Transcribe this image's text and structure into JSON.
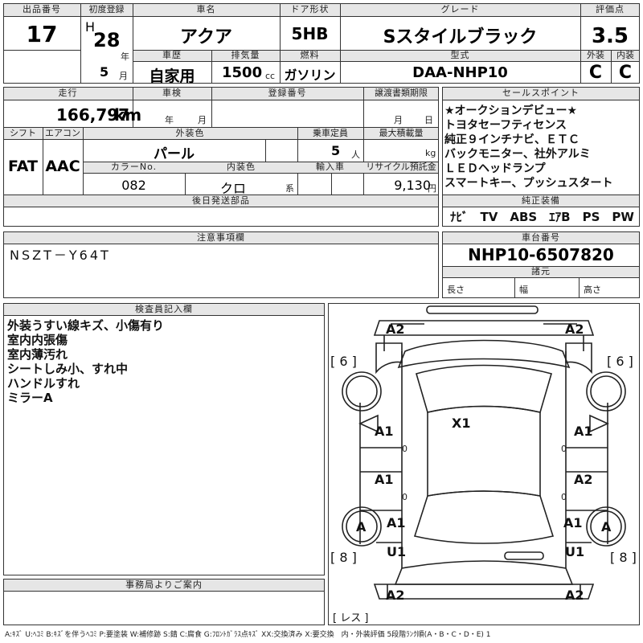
{
  "labels": {
    "lot_no": "出品番号",
    "first_reg": "初度登録",
    "car_name": "車名",
    "door": "ドア形状",
    "grade": "グレード",
    "score": "評価点",
    "history": "車歴",
    "displacement": "排気量",
    "fuel": "燃料",
    "model_code": "型式",
    "exterior": "外装",
    "interior": "内装",
    "mileage": "走行",
    "inspection": "車検",
    "reg_no": "登録番号",
    "transfer_deadline": "譲渡書類期限",
    "sales_point": "セールスポイント",
    "shift": "シフト",
    "aircon": "エアコン",
    "ext_color": "外装色",
    "seats": "乗車定員",
    "max_load": "最大積載量",
    "color_no": "カラーNo.",
    "int_color": "内装色",
    "import": "輸入車",
    "recycle": "リサイクル預託金",
    "later_parts": "後日発送部品",
    "genuine_equip": "純正装備",
    "notes": "注意事項欄",
    "chassis_no": "車台番号",
    "dimensions": "諸元",
    "length": "長さ",
    "width": "幅",
    "height": "高さ",
    "inspector": "検査員記入欄",
    "office": "事務局よりご案内"
  },
  "units": {
    "year": "年",
    "month": "月",
    "cc": "cc",
    "km": "km",
    "persons": "人",
    "kg": "kg",
    "yen": "円",
    "kei": "系",
    "insp_year": "年",
    "insp_month": "月",
    "deadline_month": "月",
    "deadline_day": "日"
  },
  "values": {
    "lot_no": "17",
    "era": "H",
    "year": "28",
    "month": "5",
    "car_name": "アクア",
    "door": "5HB",
    "grade": "Sスタイルブラック",
    "score": "3.5",
    "history": "自家用",
    "displacement": "1500",
    "fuel": "ガソリン",
    "model_code": "DAA-NHP10",
    "exterior": "C",
    "interior": "C",
    "mileage": "166,797",
    "shift": "FAT",
    "aircon": "AAC",
    "ext_color": "パール",
    "seats": "5",
    "color_no": "082",
    "int_color": "クロ",
    "recycle": "9,130",
    "notes": "NSZT－Y64T",
    "chassis_no": "NHP10-6507820"
  },
  "sales_points": [
    "★オークションデビュー★",
    "トヨタセーフティセンス",
    "純正９インチナビ、ＥＴＣ",
    "バックモニター、社外アルミ",
    "ＬＥＤヘッドランプ",
    "スマートキー、プッシュスタート"
  ],
  "genuine_equipment": "ﾅﾋﾞ　TV　ABS　ｴｱB　PS　PW",
  "inspector_notes": [
    "外装うすい線キズ、小傷有り",
    "室内内張傷",
    "室内薄汚れ",
    "シートしみ小、すれ中",
    "ハンドルすれ",
    "ミラーA"
  ],
  "diagram": {
    "codes": {
      "front_left": "A2",
      "front_right": "A2",
      "roof": "X1",
      "front_door_left": "A1",
      "front_door_right": "A1",
      "rear_door_left": "A1",
      "rear_door_right": "A2",
      "rear_fender_left": "A1",
      "rear_fender_right": "A1",
      "rear_wheel_left": "A",
      "rear_wheel_right": "A",
      "rocker_left": "U1",
      "rocker_right": "U1",
      "rear_left": "A2",
      "rear_right": "A2"
    },
    "tread": {
      "front_left": "[ 6 ]",
      "front_right": "[ 6 ]",
      "rear_left": "[ 8 ]",
      "rear_right": "[ 8 ]"
    },
    "small_marks": {
      "fd_left": "0",
      "fd_right": "0",
      "rd_left": "0",
      "rd_right": "0"
    },
    "spare": "[ レス ]"
  },
  "legend": "A:ｷｽﾞ U:ﾍｺﾐ B:ｷｽﾞを伴うﾍｺﾐ P:要塗装 W:補修跡 S:錆 C:腐食 G:ﾌﾛﾝﾄｶﾞﾗｽ点ｷｽﾞ XX:交換済み X:要交換　内・外装評価 5段階ﾗﾝｸ順(A・B・C・D・E) 1",
  "colors": {
    "header_bg": "#e6e6e6",
    "border": "#333333"
  }
}
